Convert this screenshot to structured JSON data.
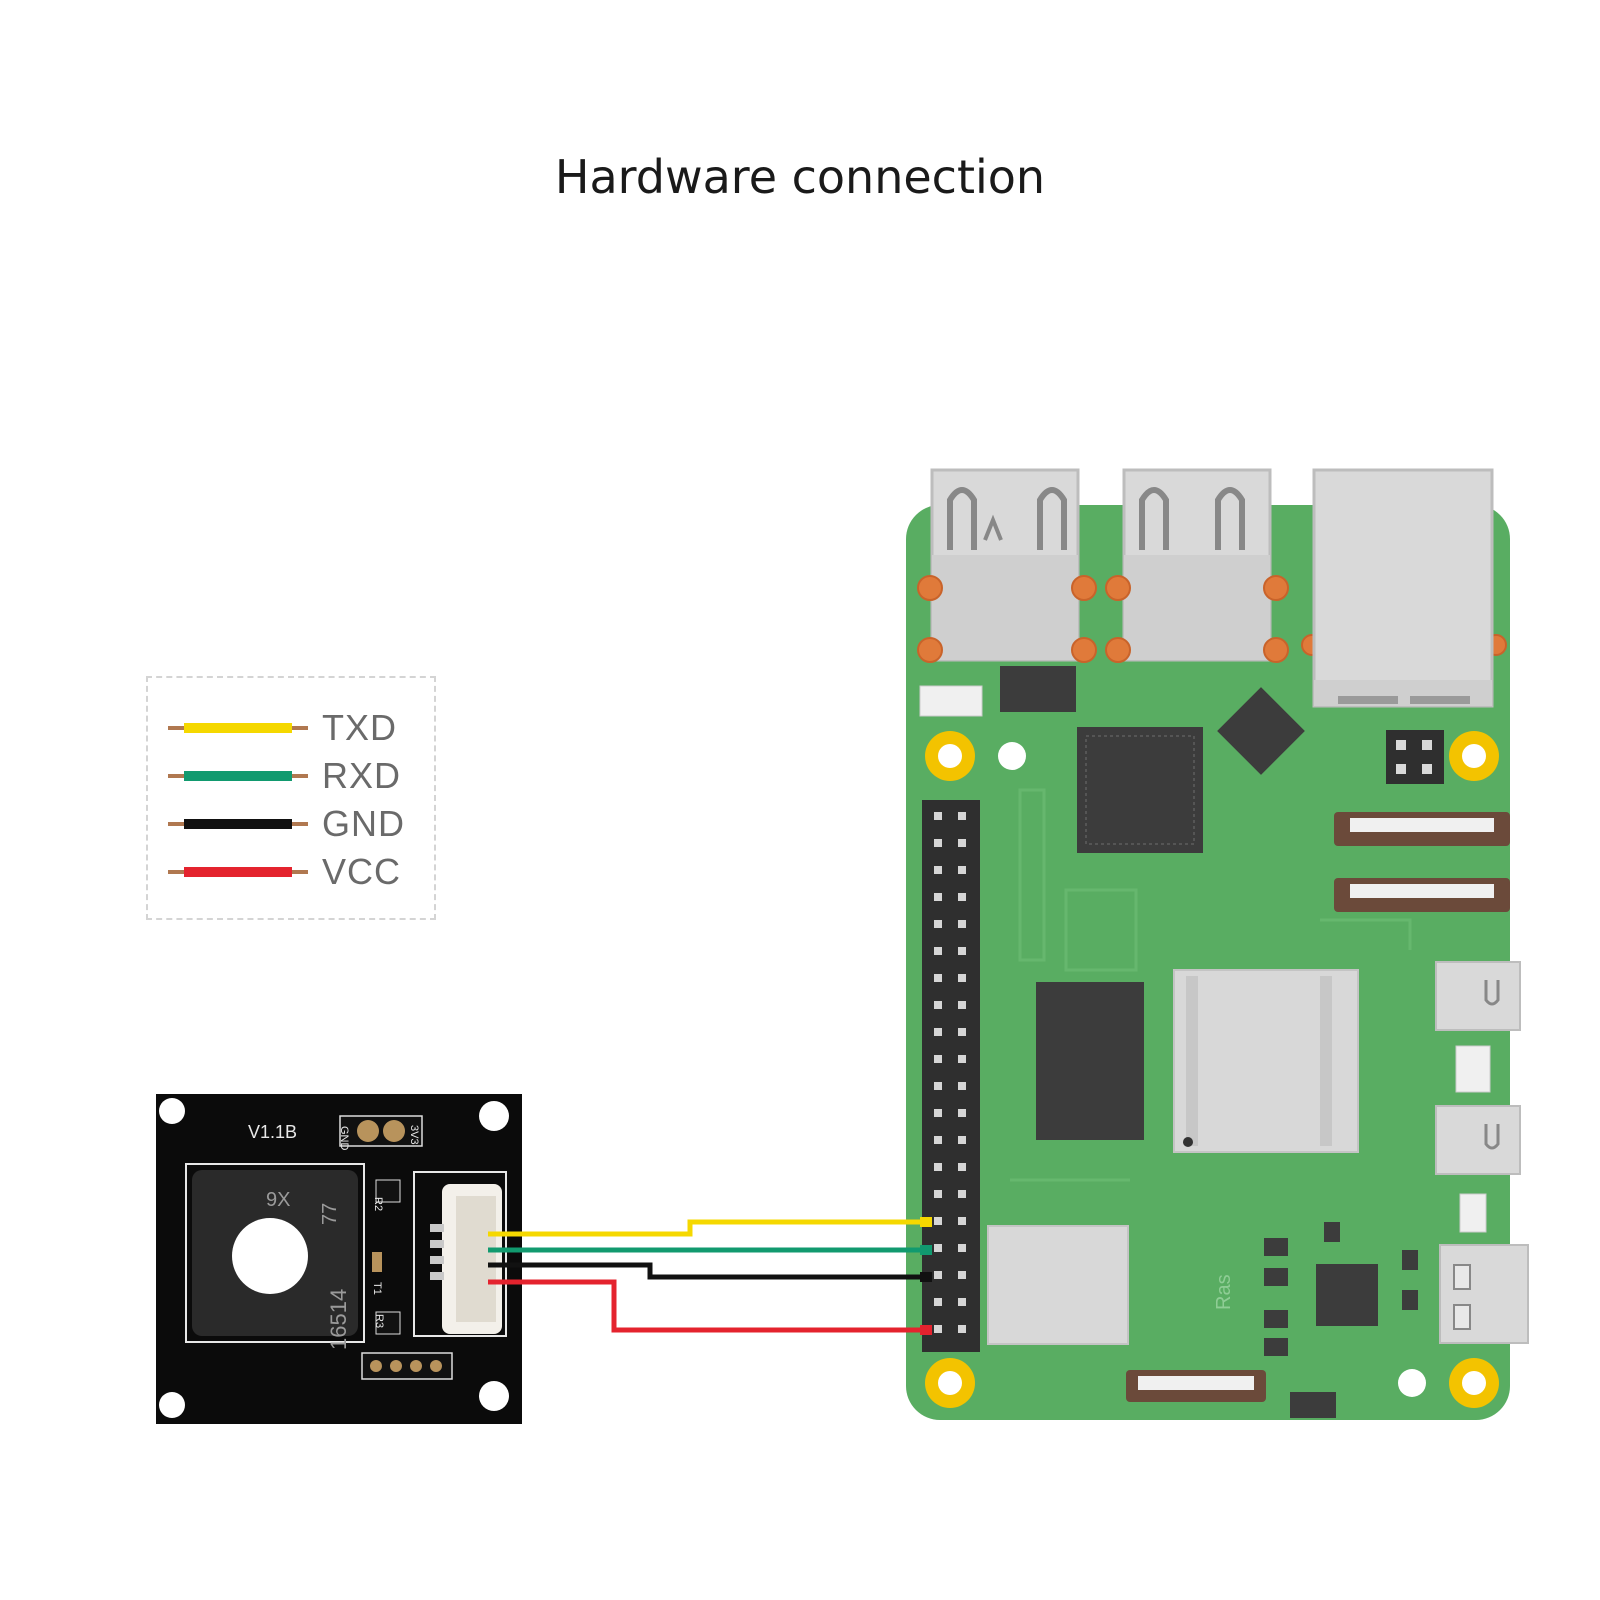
{
  "title": "Hardware connection",
  "legend": {
    "items": [
      {
        "label": "TXD",
        "color": "#f5d800"
      },
      {
        "label": "RXD",
        "color": "#119a6f"
      },
      {
        "label": "GND",
        "color": "#111111"
      },
      {
        "label": "VCC",
        "color": "#e4232e"
      }
    ]
  },
  "sensor_module": {
    "version": "V1.1B",
    "pad_labels": [
      "GND",
      "3V3"
    ],
    "component_labels": [
      "R2",
      "T1",
      "R3"
    ],
    "sensor_markings": [
      "9X",
      "77",
      "16514"
    ]
  },
  "raspberry_pi": {
    "silk_text": "Ras"
  },
  "colors": {
    "pcb_green": "#59ad62",
    "module_black": "#0b0b0b",
    "mount_hole_yellow": "#f3c300",
    "metal": "#d8d8d8"
  }
}
